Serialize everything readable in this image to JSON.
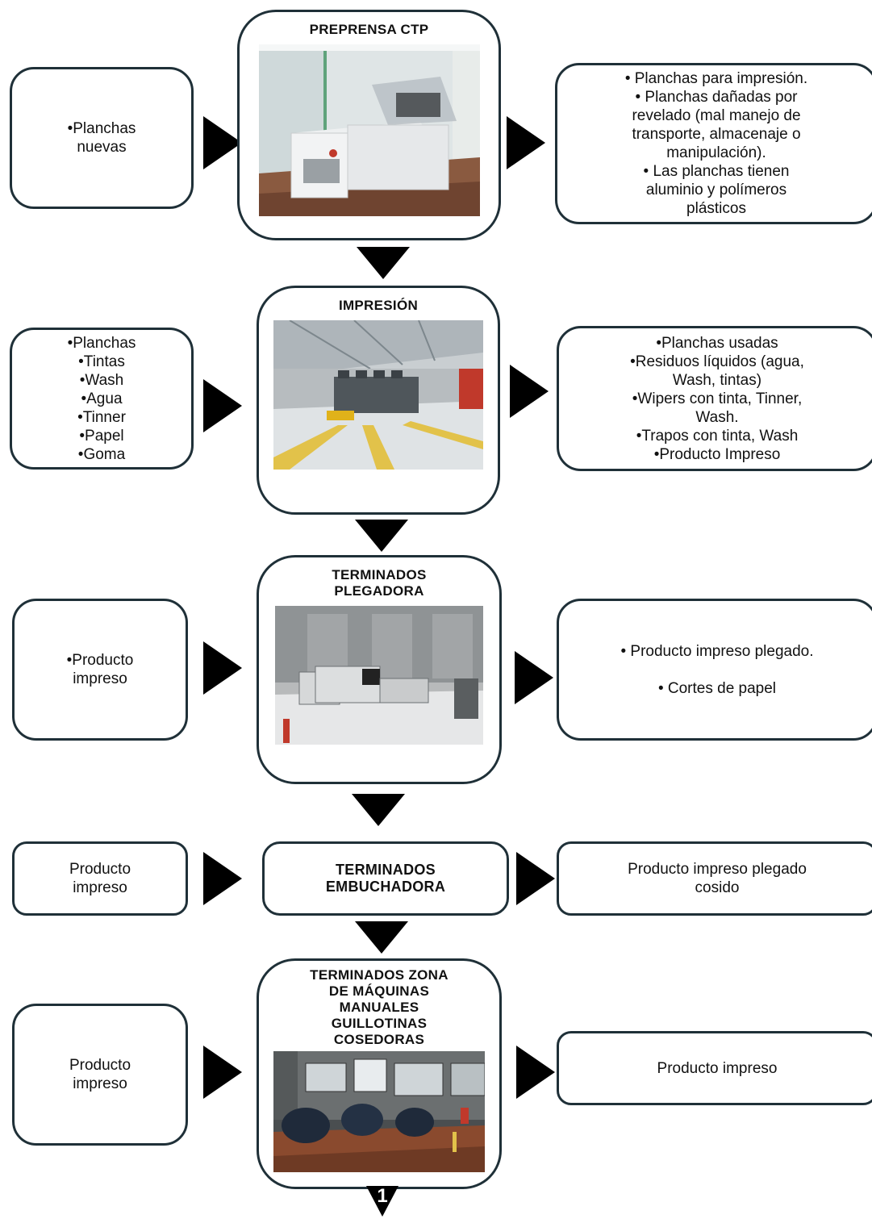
{
  "stages": [
    {
      "title": "PREPRENSA CTP",
      "inputs": [
        "•Planchas",
        "nuevas"
      ],
      "outputs": [
        "•  Planchas para impresión.",
        "•   Planchas dañadas por",
        "revelado (mal manejo de",
        "transporte, almacenaje o",
        "manipulación).",
        "•  Las planchas tienen",
        "aluminio y polímeros",
        "plásticos"
      ]
    },
    {
      "title": "IMPRESIÓN",
      "inputs": [
        "•Planchas",
        "•Tintas",
        "•Wash",
        "•Agua",
        "•Tinner",
        "•Papel",
        "•Goma"
      ],
      "outputs": [
        "•Planchas usadas",
        "•Residuos líquidos (agua,",
        "Wash,  tintas)",
        "•Wipers con tinta, Tinner,",
        "Wash.",
        "•Trapos con tinta, Wash",
        "•Producto Impreso"
      ]
    },
    {
      "title": [
        "TERMINADOS",
        "PLEGADORA"
      ],
      "inputs": [
        "•Producto",
        "impreso"
      ],
      "outputs": [
        "• Producto impreso plegado.",
        "",
        "• Cortes de papel"
      ]
    },
    {
      "title": [
        "TERMINADOS",
        "EMBUCHADORA"
      ],
      "inputs": [
        "Producto",
        "impreso"
      ],
      "outputs": [
        "Producto impreso plegado",
        "cosido"
      ]
    },
    {
      "title": [
        "TERMINADOS ZONA",
        "DE MÁQUINAS",
        "MANUALES",
        "GUILLOTINAS",
        "COSEDORAS"
      ],
      "inputs": [
        "Producto",
        "impreso"
      ],
      "outputs": [
        "Producto impreso"
      ]
    }
  ],
  "page_number": "1",
  "colors": {
    "border": "#1f3038",
    "arrow": "#000000"
  },
  "icons": [
    "arrow-right-icon",
    "arrow-down-icon"
  ]
}
